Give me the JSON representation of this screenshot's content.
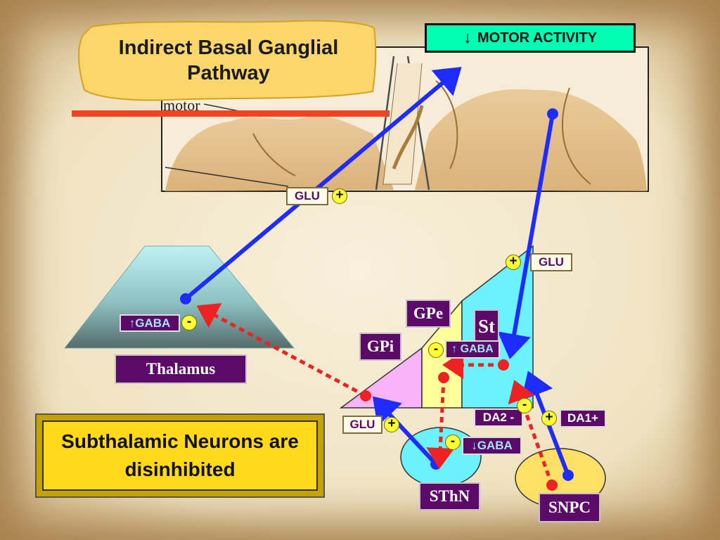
{
  "title": "Indirect Basal Ganglial Pathway",
  "header_box": {
    "arrow": "↓",
    "text": "MOTOR ACTIVITY"
  },
  "brain_label": "motor",
  "regions": {
    "thalamus": "Thalamus",
    "gpe": "GPe",
    "gpi": "GPi",
    "st": "St",
    "sthn": "SThN",
    "snpc": "SNPC"
  },
  "tags": {
    "glu_top": "GLU",
    "glu_right": "GLU",
    "glu_bottom": "GLU",
    "gaba_thalamus": "↑GABA",
    "gaba_gpe": "↑ GABA",
    "gaba_sthn": "↓GABA",
    "da2": "DA2 -",
    "da1": "DA1+"
  },
  "signs": {
    "glu_top": "+",
    "glu_right": "+",
    "glu_bottom": "+",
    "gaba_thalamus": "-",
    "gaba_gpe": "-",
    "gaba_sthn": "-",
    "da2": "-",
    "da1": "+"
  },
  "conclusion": "Subthalamic Neurons are disinhibited",
  "colors": {
    "excitatory_arrow": "#1f2cff",
    "inhibitory_arrow": "#ee2222",
    "motor_box": "#00ffb3",
    "label_purple": "#5b0a67",
    "sign_yellow": "#ffff33",
    "conclusion_box": "#ffd91a"
  }
}
